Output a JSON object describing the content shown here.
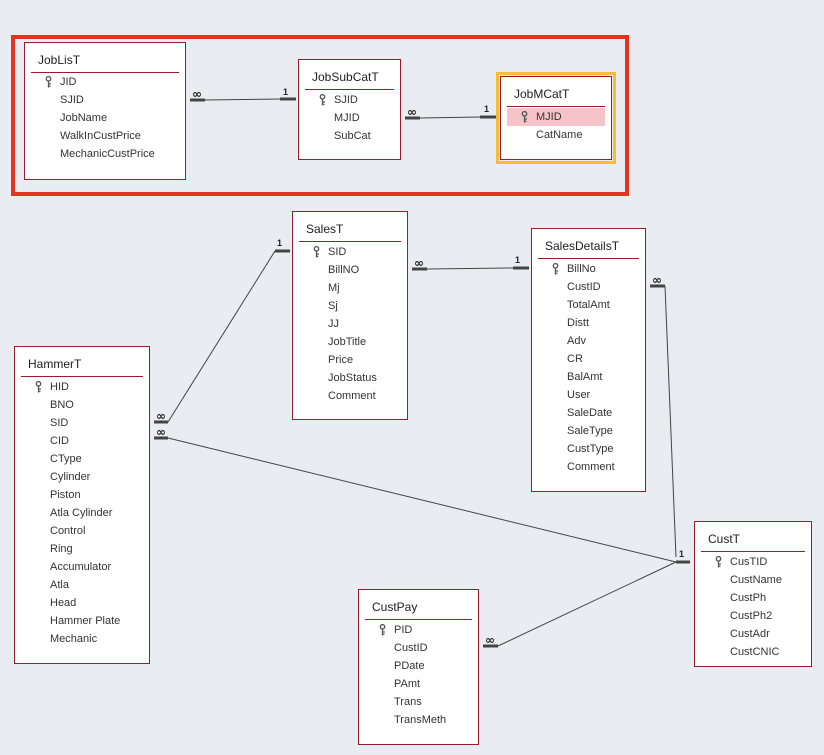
{
  "diagram": {
    "tables": [
      {
        "id": "JobLisT",
        "title": "JobLisT",
        "fields": [
          "JID",
          "SJID",
          "JobName",
          "WalkInCustPrice",
          "MechanicCustPrice"
        ],
        "primary_key": "JID"
      },
      {
        "id": "JobSubCatT",
        "title": "JobSubCatT",
        "fields": [
          "SJID",
          "MJID",
          "SubCat"
        ],
        "primary_key": "SJID"
      },
      {
        "id": "JobMCatT",
        "title": "JobMCatT",
        "fields": [
          "MJID",
          "CatName"
        ],
        "primary_key": "MJID",
        "selected": true,
        "selected_field": "MJID"
      },
      {
        "id": "SalesT",
        "title": "SalesT",
        "fields": [
          "SID",
          "BillNO",
          "Mj",
          "Sj",
          "JJ",
          "JobTitle",
          "Price",
          "JobStatus",
          "Comment"
        ],
        "primary_key": "SID"
      },
      {
        "id": "SalesDetailsT",
        "title": "SalesDetailsT",
        "fields": [
          "BillNo",
          "CustID",
          "TotalAmt",
          "Distt",
          "Adv",
          "CR",
          "BalAmt",
          "User",
          "SaleDate",
          "SaleType",
          "CustType",
          "Comment"
        ],
        "primary_key": "BillNo"
      },
      {
        "id": "HammerT",
        "title": "HammerT",
        "fields": [
          "HID",
          "BNO",
          "SID",
          "CID",
          "CType",
          "Cylinder",
          "Piston",
          "Atla Cylinder",
          "Control",
          "Ring",
          "Accumulator",
          "Atla",
          "Head",
          "Hammer Plate",
          "Mechanic"
        ],
        "primary_key": "HID"
      },
      {
        "id": "CustT",
        "title": "CustT",
        "fields": [
          "CusTID",
          "CustName",
          "CustPh",
          "CustPh2",
          "CustAdr",
          "CustCNIC"
        ],
        "primary_key": "CusTID"
      },
      {
        "id": "CustPay",
        "title": "CustPay",
        "fields": [
          "PID",
          "CustID",
          "PDate",
          "PAmt",
          "Trans",
          "TransMeth"
        ],
        "primary_key": "PID"
      }
    ],
    "relationships": [
      {
        "many_table": "JobLisT",
        "one_table": "JobSubCatT",
        "many_label": "∞",
        "one_label": "1"
      },
      {
        "many_table": "JobSubCatT",
        "one_table": "JobMCatT",
        "many_label": "∞",
        "one_label": "1"
      },
      {
        "many_table": "HammerT",
        "one_table": "SalesT",
        "many_label": "∞",
        "one_label": "1"
      },
      {
        "many_table": "SalesT",
        "one_table": "SalesDetailsT",
        "many_label": "∞",
        "one_label": "1"
      },
      {
        "many_table": "SalesDetailsT",
        "one_table": "CustT",
        "many_label": "∞",
        "one_label": "1"
      },
      {
        "many_table": "HammerT",
        "one_table": "CustT",
        "many_label": "∞",
        "one_label": "1"
      },
      {
        "many_table": "CustPay",
        "one_table": "CustT",
        "many_label": "∞",
        "one_label": "1"
      }
    ],
    "colors": {
      "table_border": "#9b1b2c",
      "highlight_box": "#e2341e",
      "selected_outline": "#f6bd3a",
      "selected_field": "#f6c3c8",
      "background": "#e9ecf1"
    }
  }
}
